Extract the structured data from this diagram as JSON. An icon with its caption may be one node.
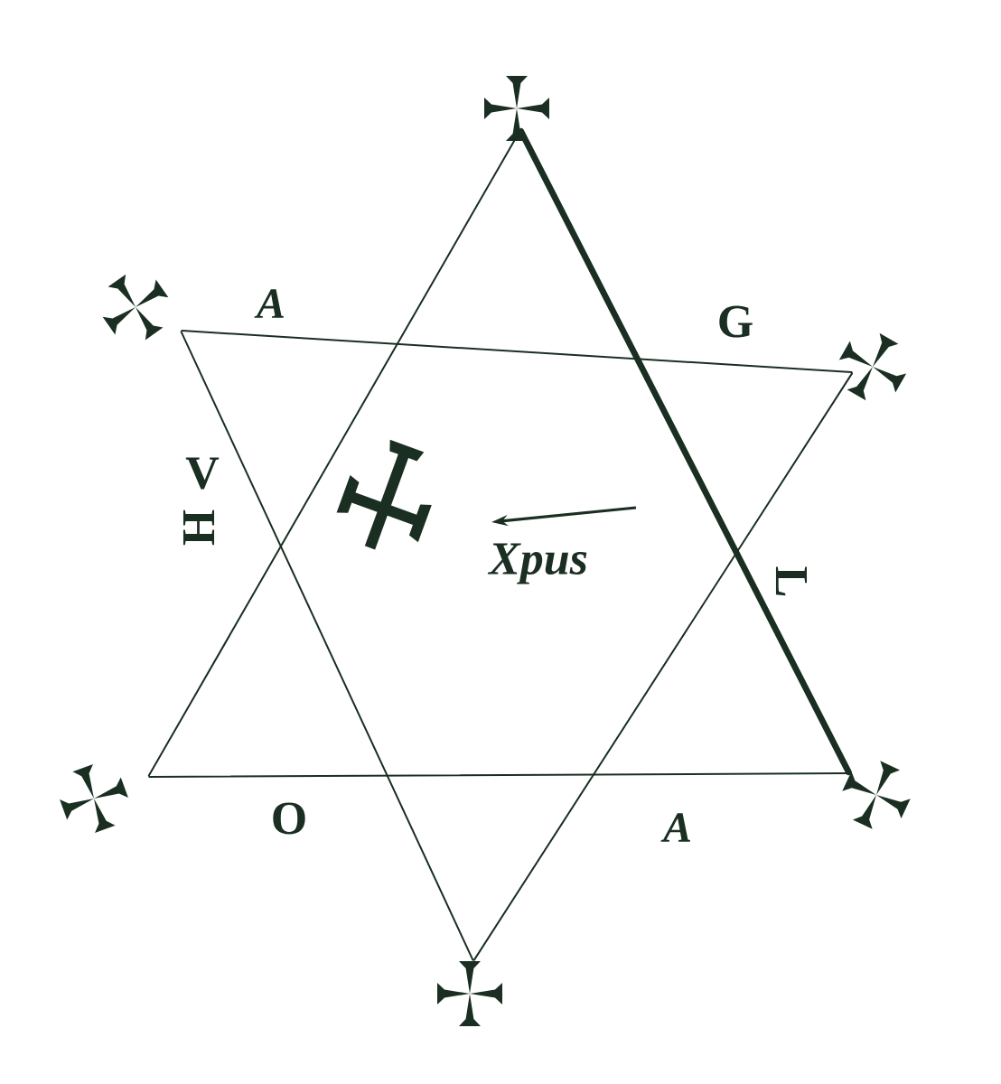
{
  "diagram": {
    "nodes": [
      {
        "text": [],
        "shape": "cross"
      },
      {
        "text": [],
        "shape": "cross"
      },
      {
        "text": [],
        "shape": "cross"
      },
      {
        "text": [],
        "shape": "cross"
      },
      {
        "text": [],
        "shape": "cross"
      },
      {
        "text": [],
        "shape": "cross"
      }
    ],
    "edges": [
      {
        "from": 0,
        "to": 3,
        "arrow": "none"
      },
      {
        "from": 0,
        "to": 4,
        "arrow": "none",
        "style": "thick"
      },
      {
        "from": 3,
        "to": 4,
        "arrow": "none"
      },
      {
        "from": 1,
        "to": 2,
        "arrow": "none"
      },
      {
        "from": 1,
        "to": 5,
        "arrow": "none"
      },
      {
        "from": 2,
        "to": 5,
        "arrow": "none"
      }
    ],
    "labels": [
      "A",
      "G",
      "V",
      "H",
      "Xpus",
      "L",
      "O",
      "A"
    ]
  }
}
